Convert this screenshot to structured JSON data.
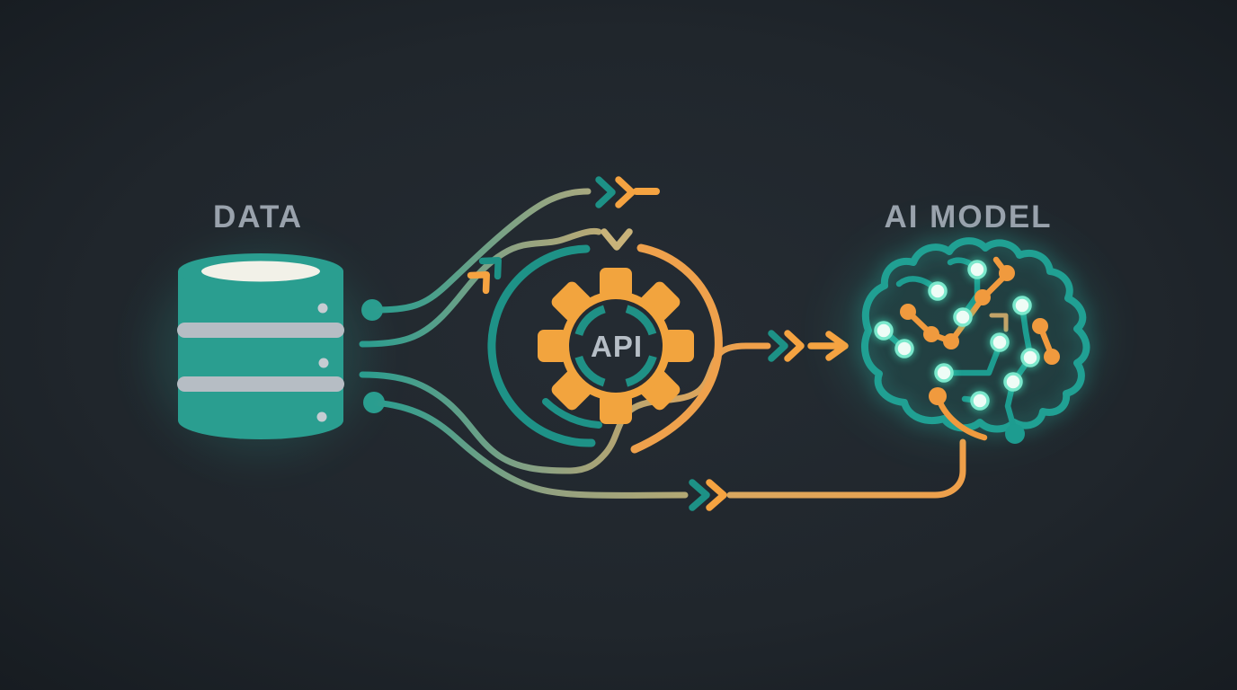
{
  "diagram": {
    "type": "flow",
    "labels": {
      "data": "DATA",
      "api": "API",
      "ai_model": "AI MODEL"
    },
    "stages": [
      {
        "id": "data",
        "label": "DATA",
        "icon": "database"
      },
      {
        "id": "api",
        "label": "API",
        "icon": "gear"
      },
      {
        "id": "ai_model",
        "label": "AI MODEL",
        "icon": "brain-circuit"
      }
    ],
    "connections": [
      {
        "from": "data",
        "to": "api",
        "style": "curved-circuit-lines",
        "count": 4
      },
      {
        "from": "api",
        "to": "ai_model",
        "style": "chevron-arrow"
      },
      {
        "from": "api",
        "to": "ai_model",
        "style": "bottom-bypass-line"
      }
    ],
    "colors": {
      "background": "#20262c",
      "teal": "#2a9d8f",
      "teal_dark": "#1e9287",
      "orange": "#f2a43e",
      "sage": "#a3a37c",
      "tan": "#c9b37a",
      "label_gray": "#9aa3ad",
      "node_cyan": "#7deed2",
      "band_gray": "#b6bdc4"
    }
  }
}
